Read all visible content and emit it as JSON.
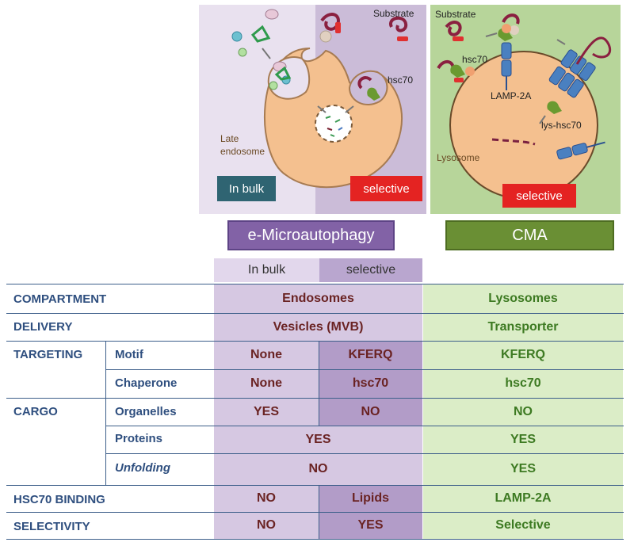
{
  "micro_panel": {
    "substrate_label": "Substrate",
    "hsc70_label": "hsc70",
    "late_endosome_label_1": "Late",
    "late_endosome_label_2": "endosome",
    "in_bulk_button": "In bulk",
    "selective_button": "selective"
  },
  "cma_panel": {
    "substrate_label": "Substrate",
    "hsc70_label": "hsc70",
    "lamp2a_label": "LAMP-2A",
    "lys_hsc70_label": "lys-hsc70",
    "lysosome_label": "Lysosome",
    "selective_button": "selective"
  },
  "headers": {
    "micro_title": "e-Microautophagy",
    "cma_title": "CMA",
    "in_bulk": "In bulk",
    "selective": "selective"
  },
  "colors": {
    "micro_accent": "#8262a6",
    "cma_accent": "#6a8f34",
    "in_bulk_button": "#2f6472",
    "selective_button": "#e42322",
    "row_label": "#2f4f7f",
    "micro_text": "#6a2323",
    "cma_text": "#3d7a22"
  },
  "table": {
    "compartment": {
      "label": "COMPARTMENT",
      "micro": "Endosomes",
      "cma": "Lysosomes"
    },
    "delivery": {
      "label": "DELIVERY",
      "micro": "Vesicles (MVB)",
      "cma": "Transporter"
    },
    "targeting": {
      "label": "TARGETING"
    },
    "motif": {
      "label": "Motif",
      "bulk": "None",
      "selective": "KFERQ",
      "cma": "KFERQ"
    },
    "chaperone": {
      "label": "Chaperone",
      "bulk": "None",
      "selective": "hsc70",
      "cma": "hsc70"
    },
    "cargo": {
      "label": "CARGO"
    },
    "organelles": {
      "label": "Organelles",
      "bulk": "YES",
      "selective": "NO",
      "cma": "NO"
    },
    "proteins": {
      "label": "Proteins",
      "micro": "YES",
      "cma": "YES"
    },
    "unfolding": {
      "label": "Unfolding",
      "micro": "NO",
      "cma": "YES"
    },
    "hsc70_binding": {
      "label": "HSC70 BINDING",
      "bulk": "NO",
      "selective": "Lipids",
      "cma": "LAMP-2A"
    },
    "selectivity": {
      "label": "SELECTIVITY",
      "bulk": "NO",
      "selective": "YES",
      "cma": "Selective"
    }
  }
}
